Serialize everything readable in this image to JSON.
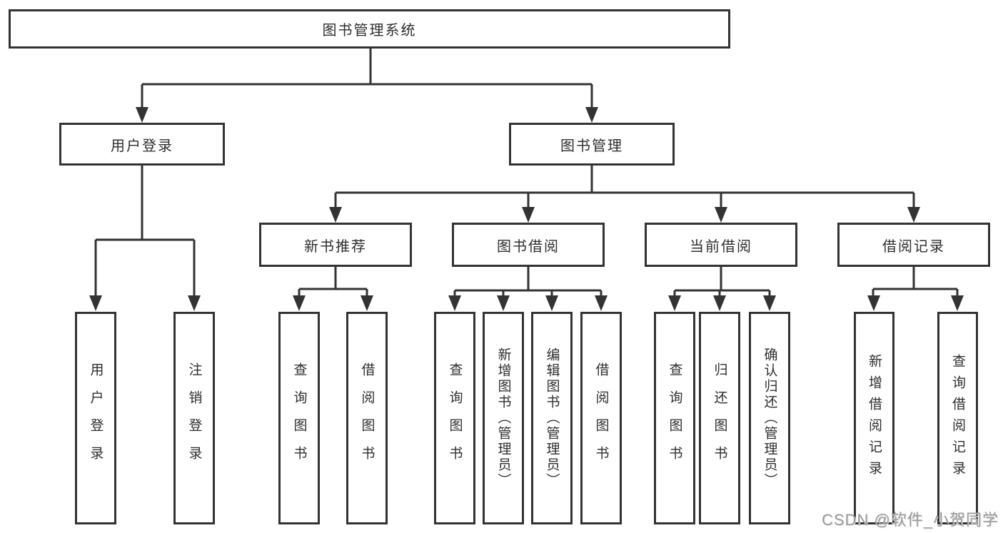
{
  "diagram": {
    "root": "图书管理系统",
    "children": [
      {
        "label": "用户登录",
        "children": [
          "用户登录",
          "注销登录"
        ]
      },
      {
        "label": "图书管理",
        "children": [
          {
            "label": "新书推荐",
            "children": [
              "查询图书",
              "借阅图书"
            ]
          },
          {
            "label": "图书借阅",
            "children": [
              "查询图书",
              "新增图书（管理员）",
              "编辑图书（管理员）",
              "借阅图书"
            ]
          },
          {
            "label": "当前借阅",
            "children": [
              "查询图书",
              "归还图书",
              "确认归还（管理员）"
            ]
          },
          {
            "label": "借阅记录",
            "children": [
              "新增借阅记录",
              "查询借阅记录"
            ]
          }
        ]
      }
    ]
  },
  "watermark": "CSDN @软件_小贺同学",
  "colors": {
    "line": "#333333",
    "text": "#2e2e2e",
    "watermark": "#9c9c9c",
    "background": "#ffffff"
  }
}
